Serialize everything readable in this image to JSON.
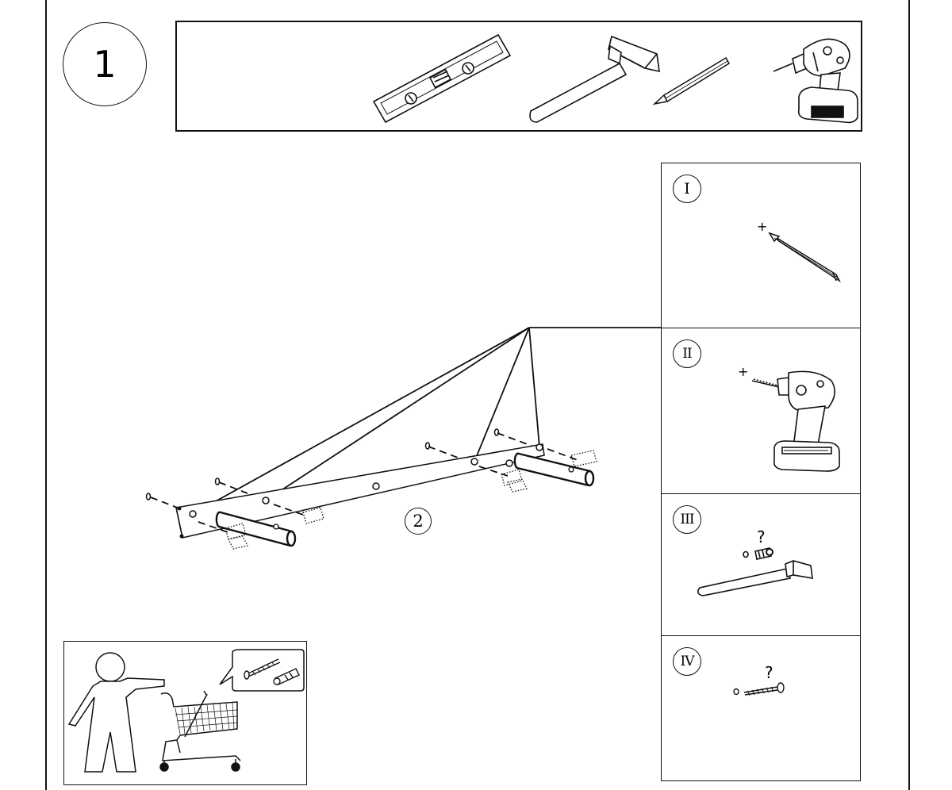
{
  "step": {
    "number": "1"
  },
  "tools": [
    {
      "name": "spirit-level",
      "icon": "spirit-level-icon"
    },
    {
      "name": "hammer",
      "icon": "hammer-icon"
    },
    {
      "name": "pencil",
      "icon": "pencil-icon"
    },
    {
      "name": "drill",
      "icon": "drill-icon"
    }
  ],
  "diagram": {
    "part_label": "2",
    "detail_panels": [
      {
        "numeral": "I",
        "icon": "pencil-mark-icon",
        "marks": [
          "+"
        ]
      },
      {
        "numeral": "II",
        "icon": "drill-icon",
        "marks": [
          "+"
        ]
      },
      {
        "numeral": "III",
        "icon": "hammer-plug-icon",
        "marks": [
          "?"
        ]
      },
      {
        "numeral": "IV",
        "icon": "screw-icon",
        "marks": [
          "?"
        ]
      }
    ]
  },
  "shopping_hint": {
    "icon": "shopping-cart-icon",
    "bubble_icon": "screw-and-plug-icon"
  }
}
